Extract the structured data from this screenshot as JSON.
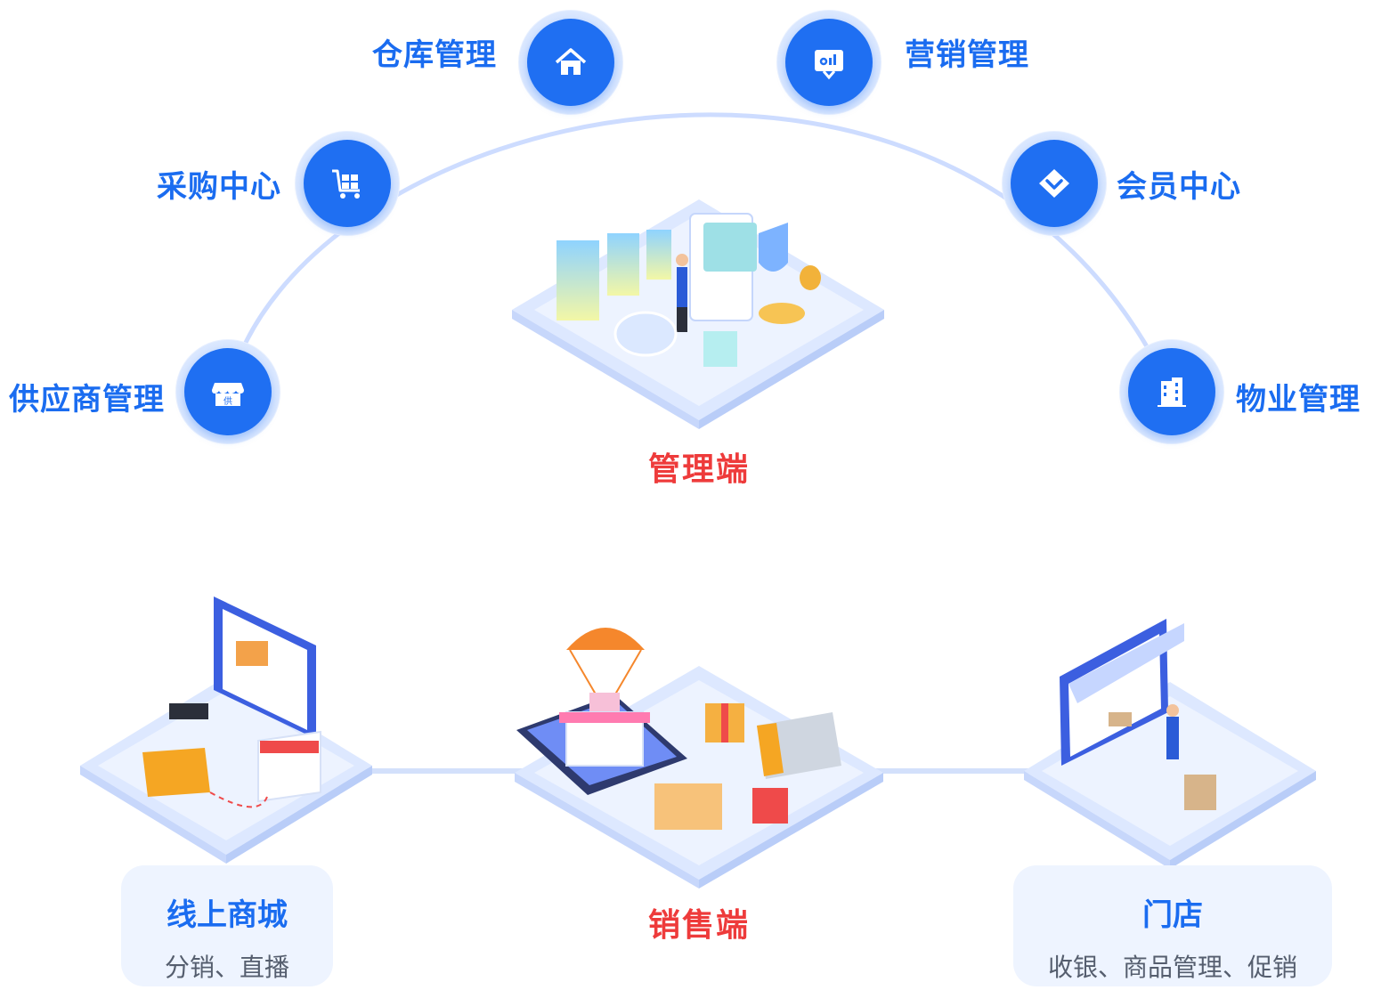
{
  "management": {
    "title": "管理端",
    "modules": [
      {
        "label": "供应商管理",
        "icon": "supplier-store-icon",
        "icon_text": "供"
      },
      {
        "label": "采购中心",
        "icon": "shopping-cart-icon"
      },
      {
        "label": "仓库管理",
        "icon": "house-icon"
      },
      {
        "label": "营销管理",
        "icon": "presentation-board-icon"
      },
      {
        "label": "会员中心",
        "icon": "diamond-icon"
      },
      {
        "label": "物业管理",
        "icon": "building-icon"
      }
    ]
  },
  "sales": {
    "title": "销售端",
    "channels": [
      {
        "title": "线上商城",
        "desc": "分销、直播"
      },
      {
        "title": "门店",
        "desc": "收银、商品管理、促销"
      }
    ]
  },
  "colors": {
    "accent_blue": "#1f6ff2",
    "label_blue": "#1a6cf0",
    "section_red": "#ee3b3b",
    "arc": "#cddcff",
    "platform": "#e6eeff",
    "card_bg": "#eef4ff"
  }
}
